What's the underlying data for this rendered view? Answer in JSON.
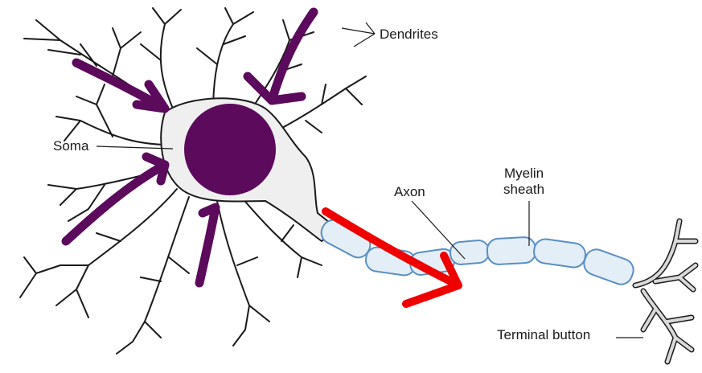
{
  "labels": {
    "dendrites": "Dendrites",
    "soma": "Soma",
    "axon": "Axon",
    "myelin_line1": "Myelin",
    "myelin_line2": "sheath",
    "terminal_button": "Terminal button"
  },
  "colors": {
    "ink": "#1a1a1a",
    "soma_fill": "#efefef",
    "nucleus": "#5c0a5c",
    "input_arrows": "#5c0a5c",
    "output_arrow": "#ee0000",
    "myelin_fill": "#e4eef6",
    "myelin_edge": "#5a8fc4",
    "terminal_fill": "#d9d9d9"
  }
}
